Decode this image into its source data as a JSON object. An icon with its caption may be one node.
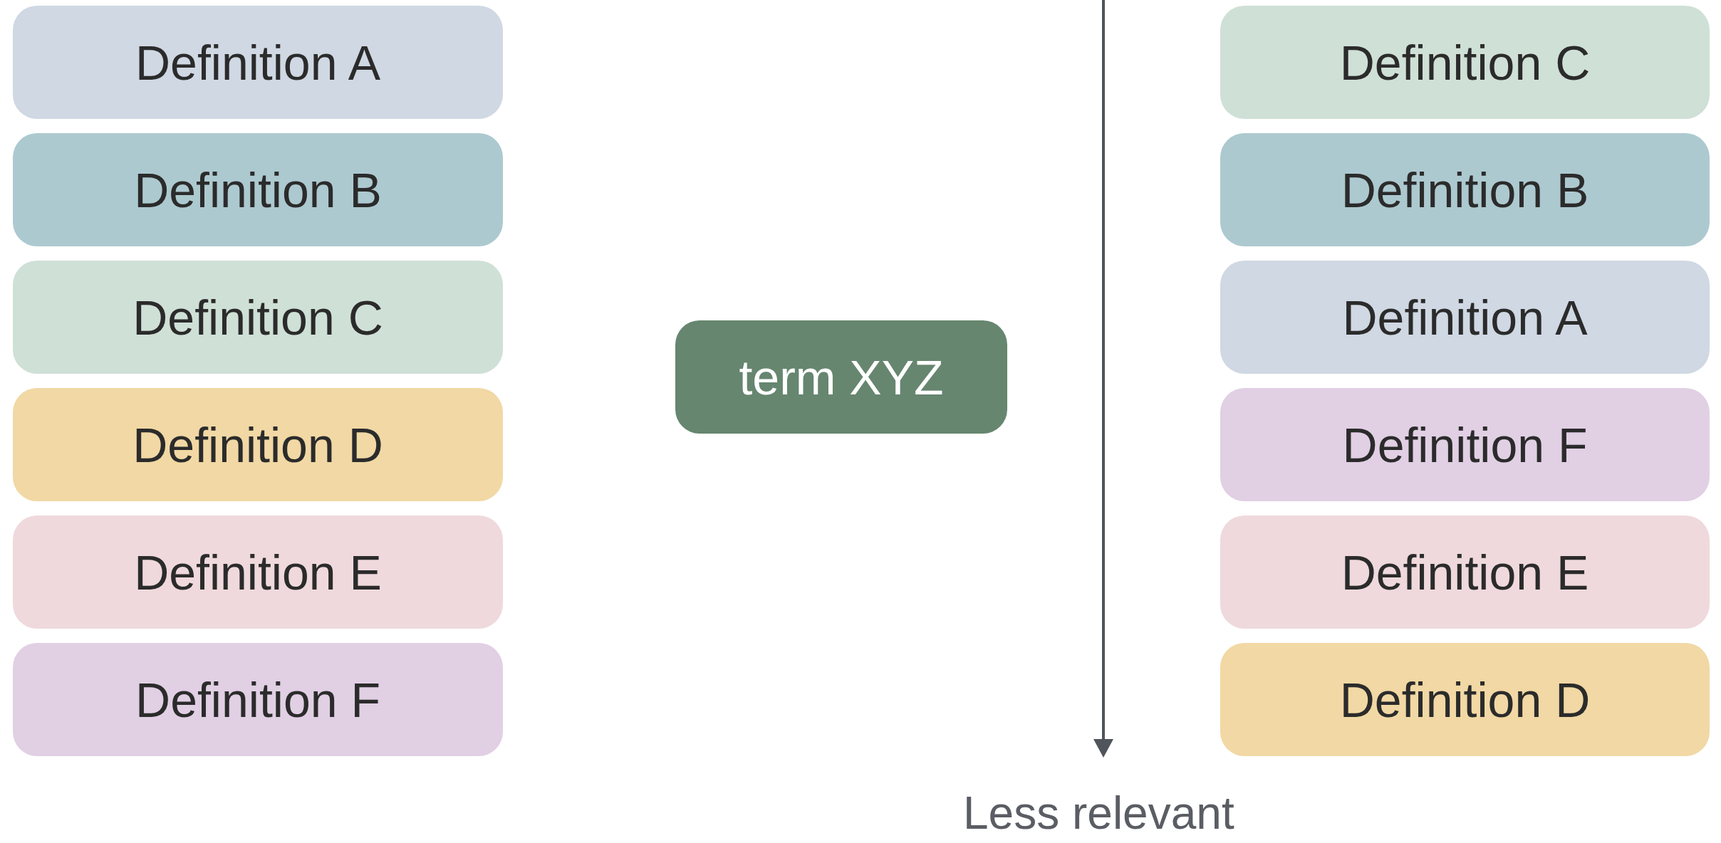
{
  "diagram": {
    "nodes": [
      {
        "text": [
          "Definition A"
        ]
      },
      {
        "text": [
          "Definition B"
        ]
      },
      {
        "text": [
          "Definition C"
        ]
      },
      {
        "text": [
          "Definition D"
        ]
      },
      {
        "text": [
          "Definition E"
        ]
      },
      {
        "text": [
          "Definition F"
        ]
      },
      {
        "text": [
          "term XYZ"
        ]
      },
      {
        "text": [
          "Definition C"
        ]
      },
      {
        "text": [
          "Definition B"
        ]
      },
      {
        "text": [
          "Definition A"
        ]
      },
      {
        "text": [
          "Definition F"
        ]
      },
      {
        "text": [
          "Definition E"
        ]
      },
      {
        "text": [
          "Definition D"
        ]
      }
    ],
    "labels": [
      "Less relevant"
    ]
  }
}
